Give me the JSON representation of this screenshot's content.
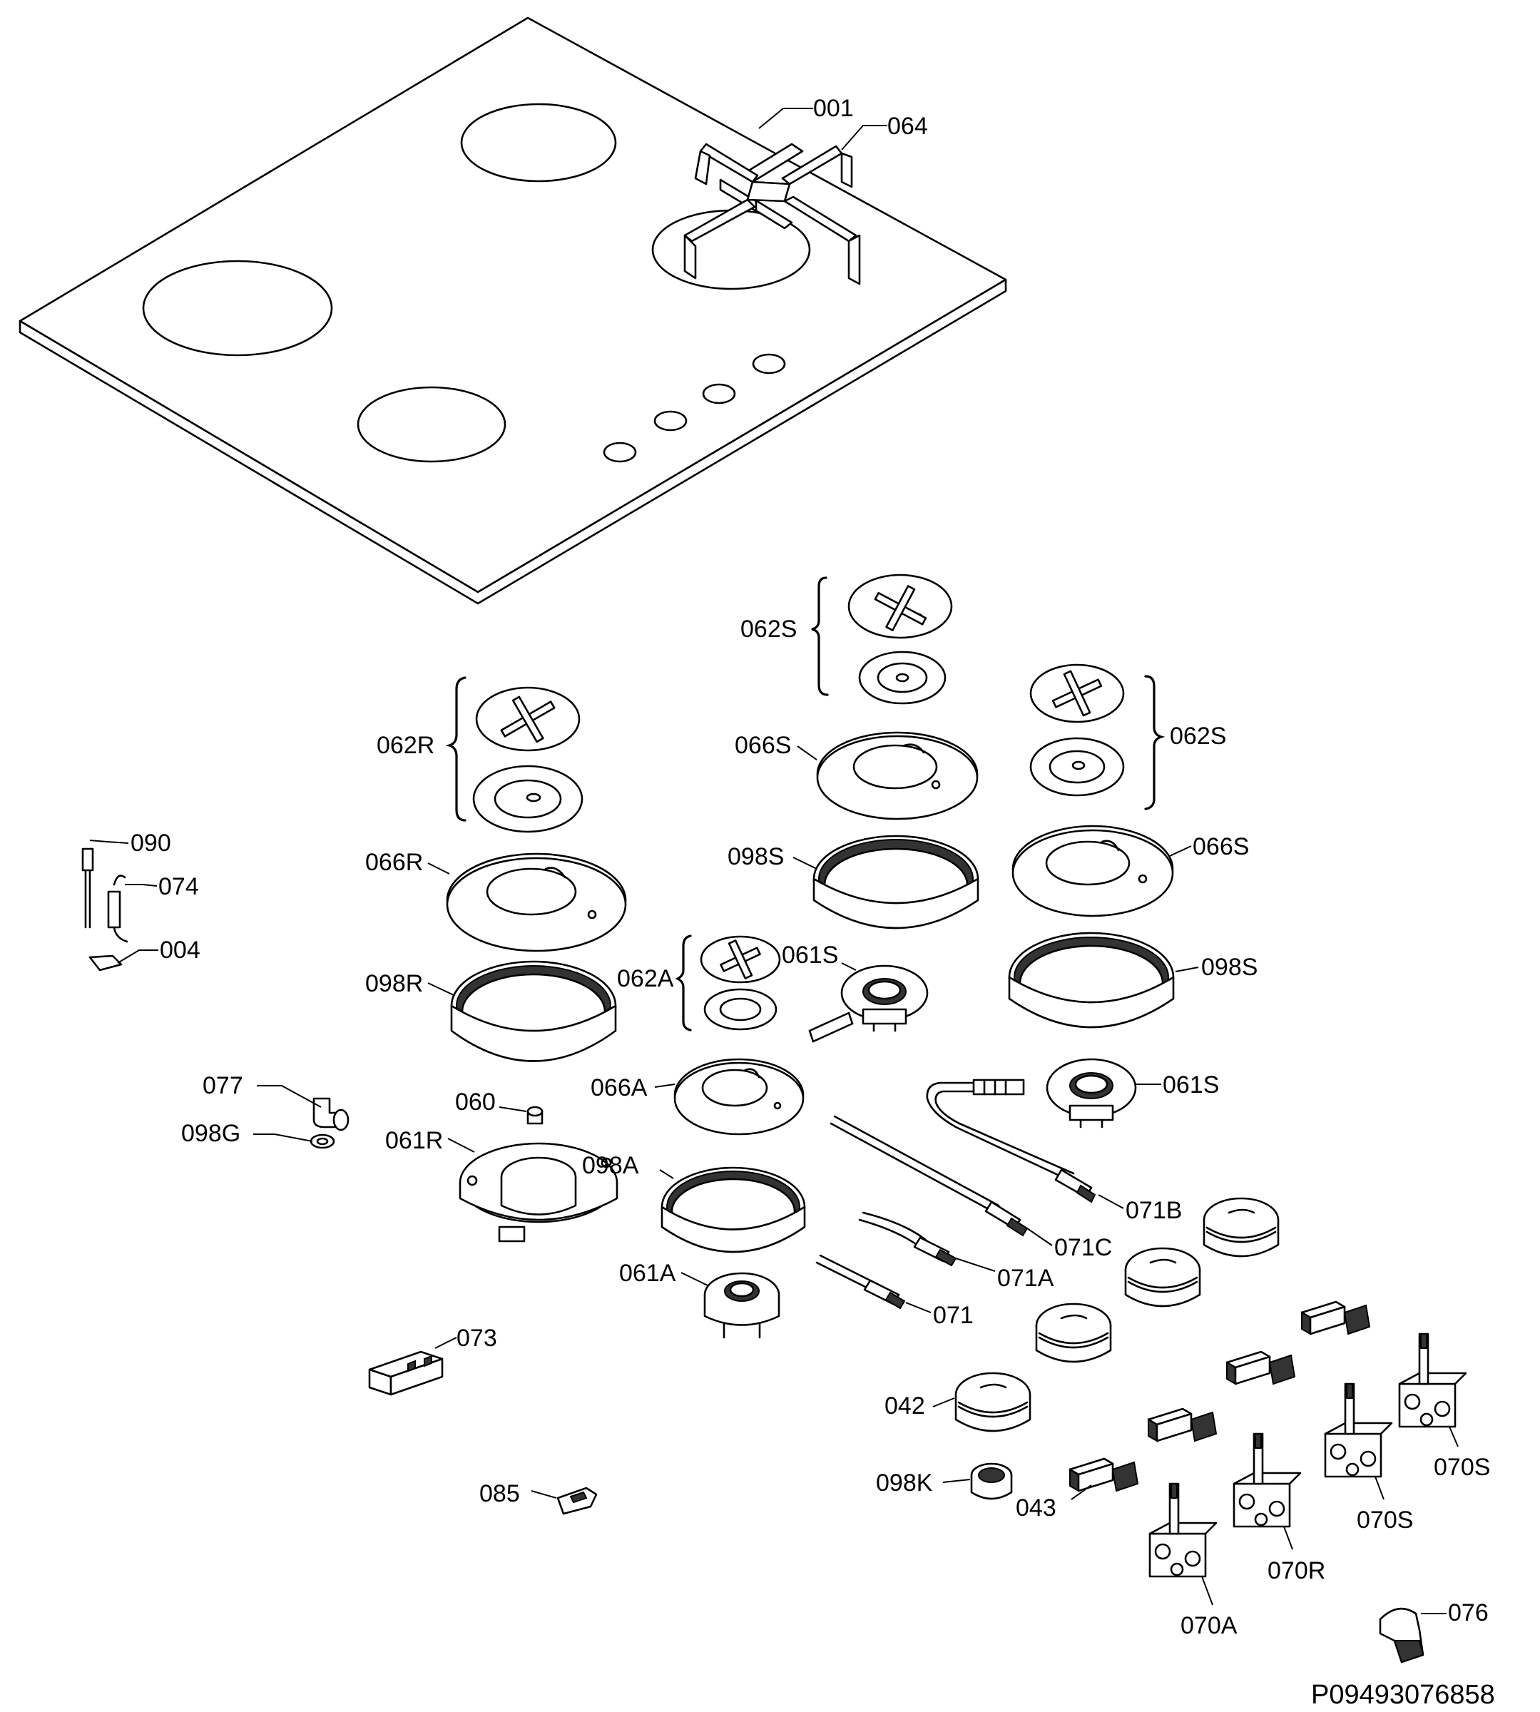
{
  "drawing_number": "P09493076858",
  "labels": {
    "l001": "001",
    "l064": "064",
    "l062S_top": "062S",
    "l062R": "062R",
    "l066S_mid": "066S",
    "l062S_right": "062S",
    "l090": "090",
    "l074": "074",
    "l004": "004",
    "l066R": "066R",
    "l098S_mid": "098S",
    "l066S_right": "066S",
    "l098R": "098R",
    "l062A": "062A",
    "l061S_mid": "061S",
    "l098S_right": "098S",
    "l077": "077",
    "l098G": "098G",
    "l060": "060",
    "l066A": "066A",
    "l061S_right": "061S",
    "l061R": "061R",
    "l098A": "098A",
    "l071B": "071B",
    "l071C": "071C",
    "l071A": "071A",
    "l061A": "061A",
    "l071": "071",
    "l073": "073",
    "l042": "042",
    "l070S_a": "070S",
    "l098K": "098K",
    "l085": "085",
    "l043": "043",
    "l070S_b": "070S",
    "l070R": "070R",
    "l076": "076",
    "l070A": "070A"
  }
}
